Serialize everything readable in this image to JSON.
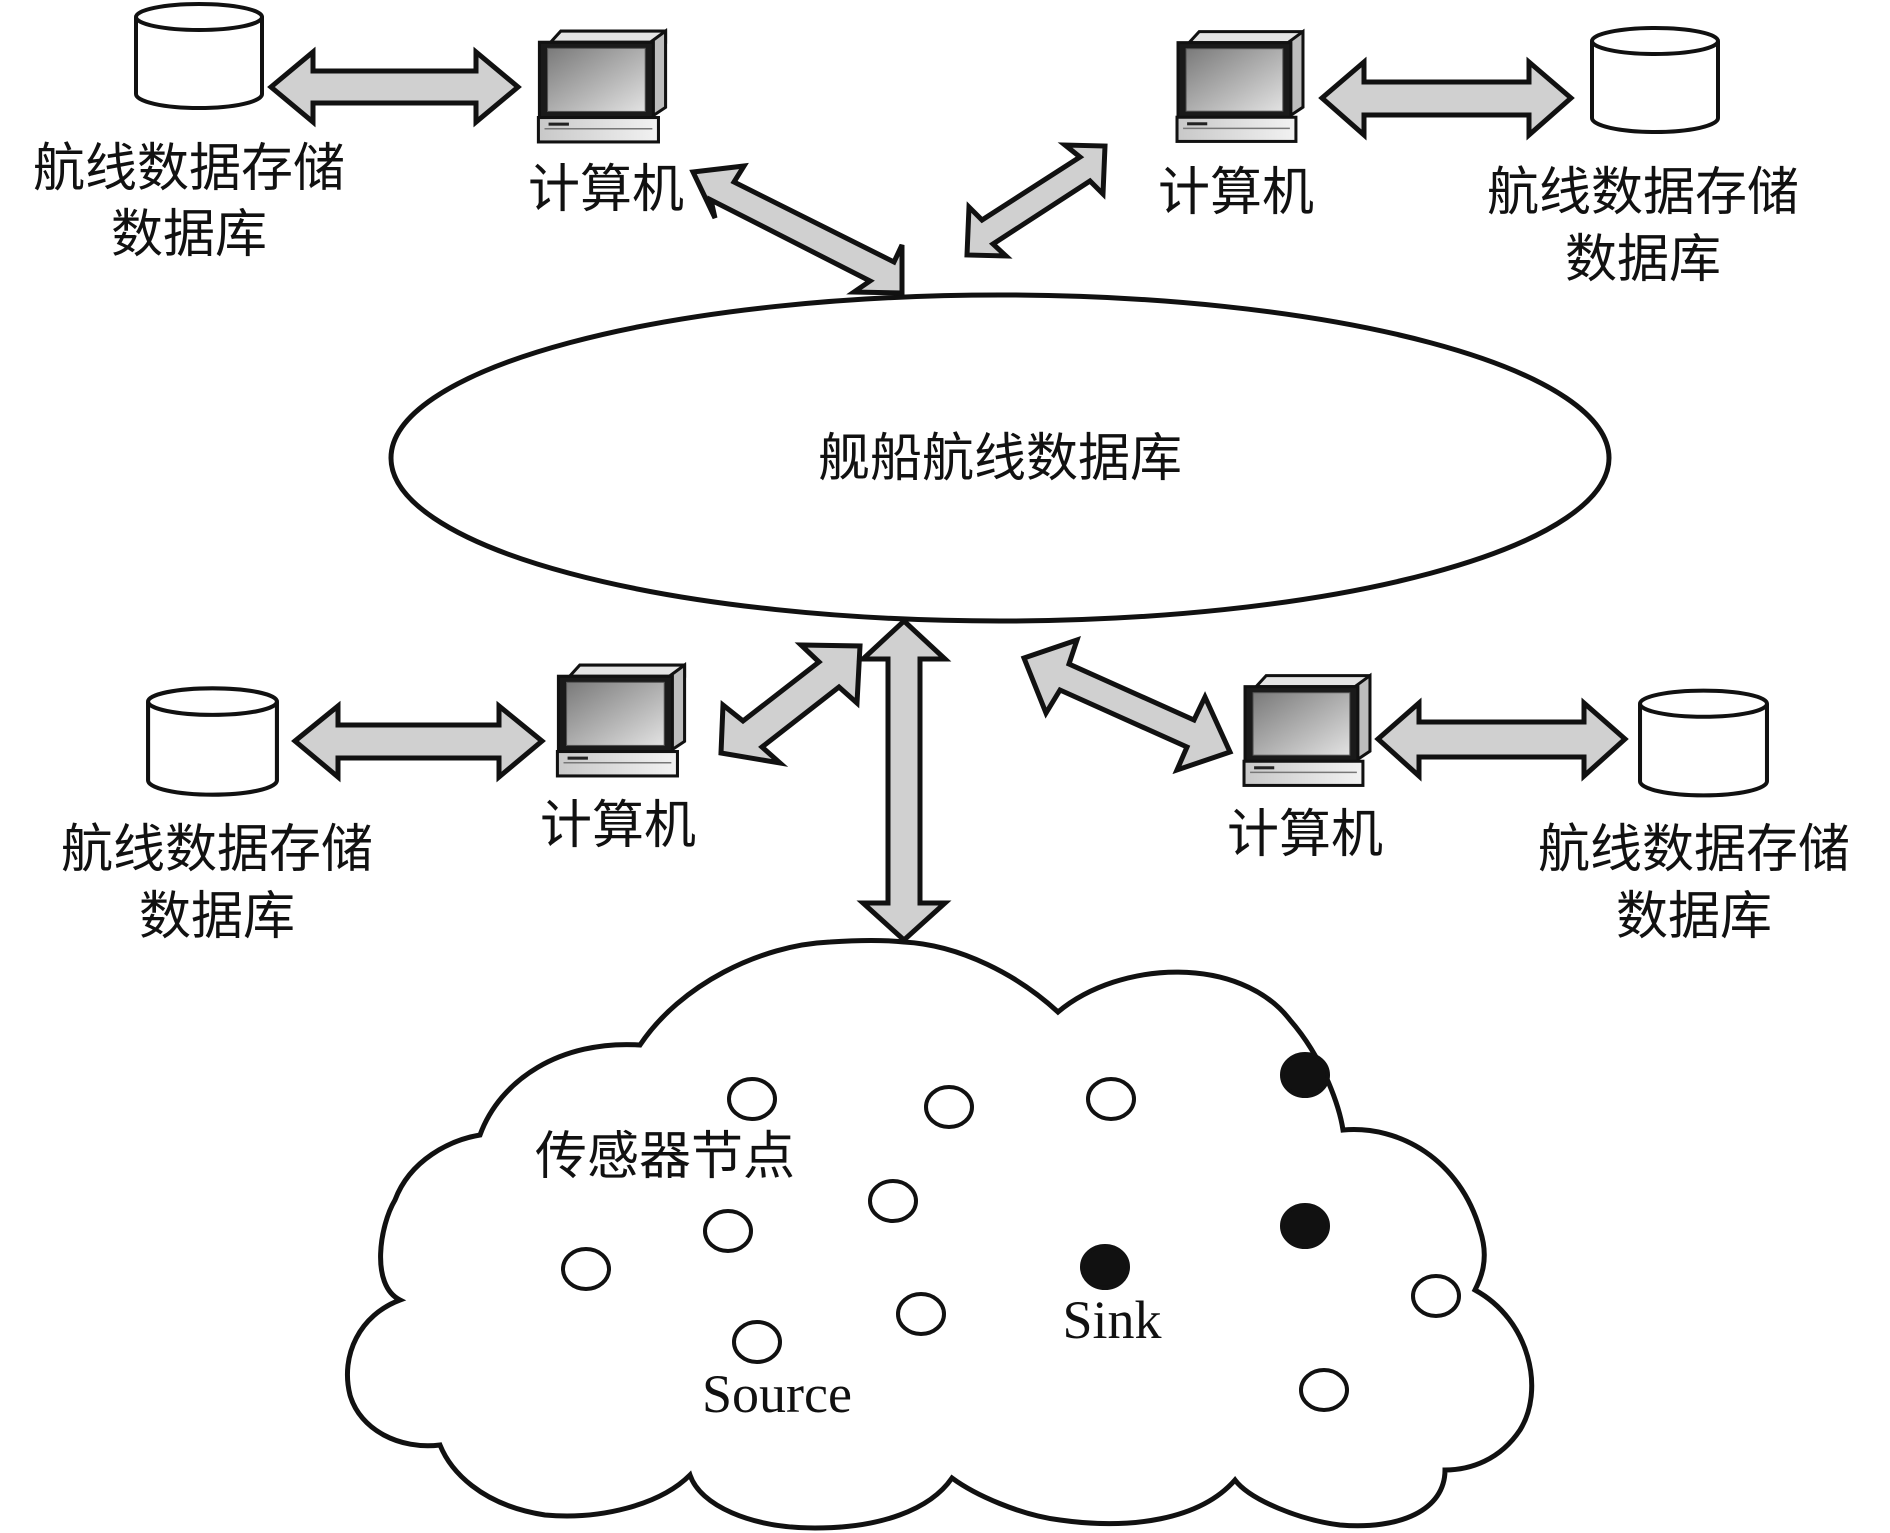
{
  "diagram": {
    "central_database": {
      "label": "舰船航线数据库"
    },
    "clients": [
      {
        "position": "top-left",
        "computer_label": "计算机",
        "storage_label_line1": "航线数据存储",
        "storage_label_line2": "数据库"
      },
      {
        "position": "top-right",
        "computer_label": "计算机",
        "storage_label_line1": "航线数据存储",
        "storage_label_line2": "数据库"
      },
      {
        "position": "bottom-left",
        "computer_label": "计算机",
        "storage_label_line1": "航线数据存储",
        "storage_label_line2": "数据库"
      },
      {
        "position": "bottom-right",
        "computer_label": "计算机",
        "storage_label_line1": "航线数据存储",
        "storage_label_line2": "数据库"
      }
    ],
    "sensor_network": {
      "label": "传感器节点",
      "sink_label": "Sink",
      "source_label": "Source",
      "hollow_node_count": 10,
      "filled_node_count": 3
    },
    "colors": {
      "arrow_fill": "#d0d0d0",
      "stroke": "#111111",
      "filled_node": "#111111",
      "background": "#ffffff"
    }
  }
}
